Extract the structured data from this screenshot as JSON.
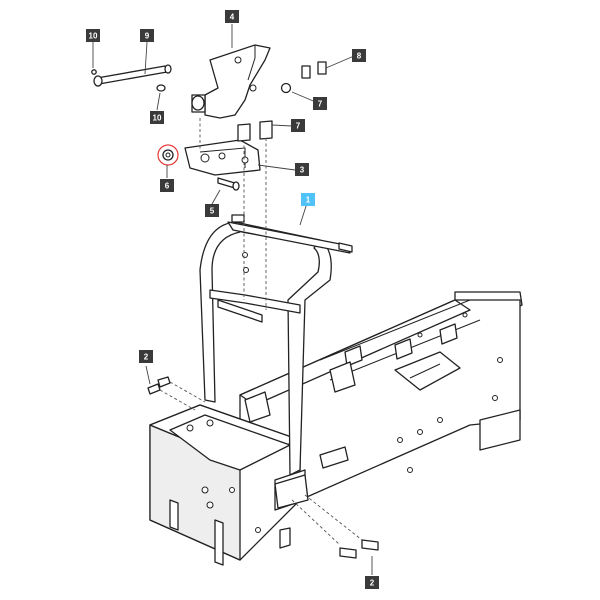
{
  "diagram": {
    "colors": {
      "callout": "#3a3a3a",
      "callout_highlight": "#4fc3f7",
      "highlight_circle": "#e53935",
      "line": "#222222"
    },
    "callouts": [
      {
        "id": "c10a",
        "label": "10"
      },
      {
        "id": "c9",
        "label": "9"
      },
      {
        "id": "c4",
        "label": "4"
      },
      {
        "id": "c8",
        "label": "8"
      },
      {
        "id": "c7a",
        "label": "7"
      },
      {
        "id": "c10b",
        "label": "10"
      },
      {
        "id": "c7b",
        "label": "7"
      },
      {
        "id": "c6",
        "label": "6"
      },
      {
        "id": "c3",
        "label": "3"
      },
      {
        "id": "c5",
        "label": "5"
      },
      {
        "id": "c1",
        "label": "1"
      },
      {
        "id": "c2a",
        "label": "2"
      },
      {
        "id": "c2b",
        "label": "2"
      }
    ]
  }
}
